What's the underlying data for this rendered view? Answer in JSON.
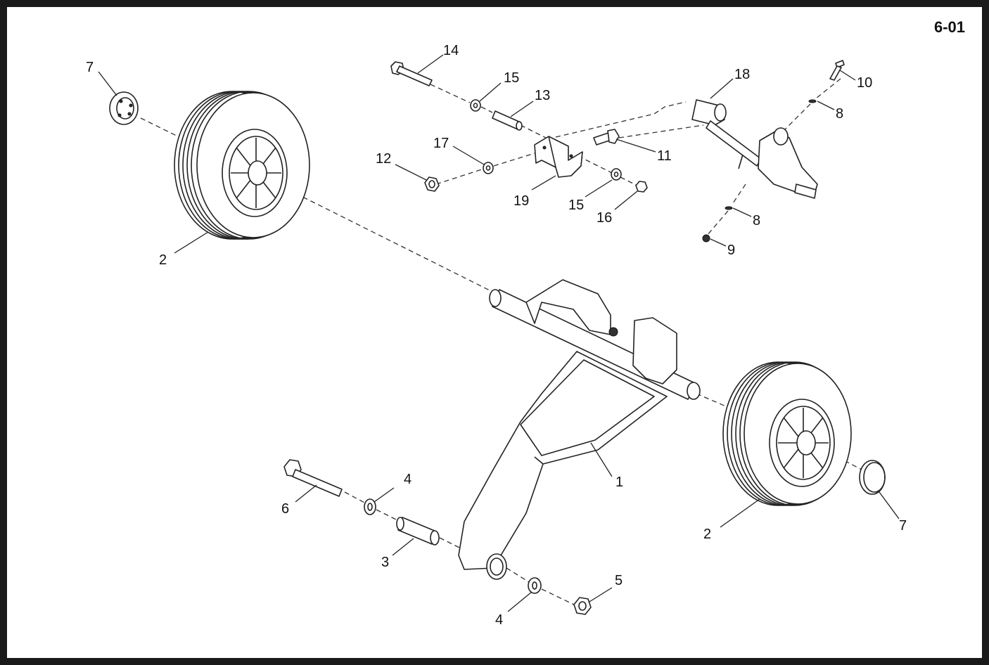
{
  "page_label": "6-01",
  "callouts": {
    "c1": "1",
    "c2a": "2",
    "c2b": "2",
    "c3": "3",
    "c4a": "4",
    "c4b": "4",
    "c5": "5",
    "c6": "6",
    "c7a": "7",
    "c7b": "7",
    "c8a": "8",
    "c8b": "8",
    "c9": "9",
    "c10": "10",
    "c11": "11",
    "c12": "12",
    "c13": "13",
    "c14": "14",
    "c15a": "15",
    "c15b": "15",
    "c16": "16",
    "c17": "17",
    "c18": "18",
    "c19": "19"
  }
}
